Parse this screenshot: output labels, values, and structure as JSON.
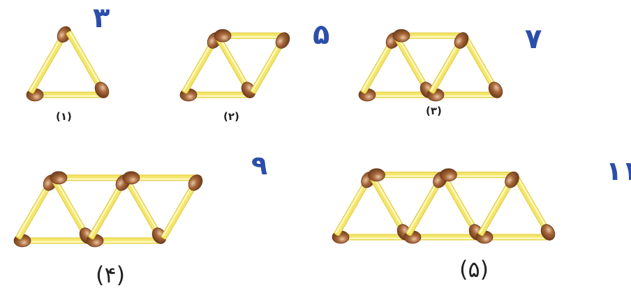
{
  "colors": {
    "stick_fill": "#f3e66a",
    "stick_edge": "#e0c93a",
    "stick_highlight": "#fff8c0",
    "head_fill": "#a7673a",
    "head_shade": "#6e3c1c",
    "head_light": "#e8c4a3",
    "count_color": "#2b4fa8"
  },
  "figures": [
    {
      "id": 1,
      "triangles": 1,
      "count": "۳",
      "caption": "(۱)"
    },
    {
      "id": 2,
      "triangles": 2,
      "count": "۵",
      "caption": "(۲)"
    },
    {
      "id": 3,
      "triangles": 3,
      "count": "۷",
      "caption": "(۳)"
    },
    {
      "id": 4,
      "triangles": 4,
      "count": "۹",
      "caption": "(۴)"
    },
    {
      "id": 5,
      "triangles": 5,
      "count": "۱۱",
      "caption": "(۵)"
    }
  ]
}
